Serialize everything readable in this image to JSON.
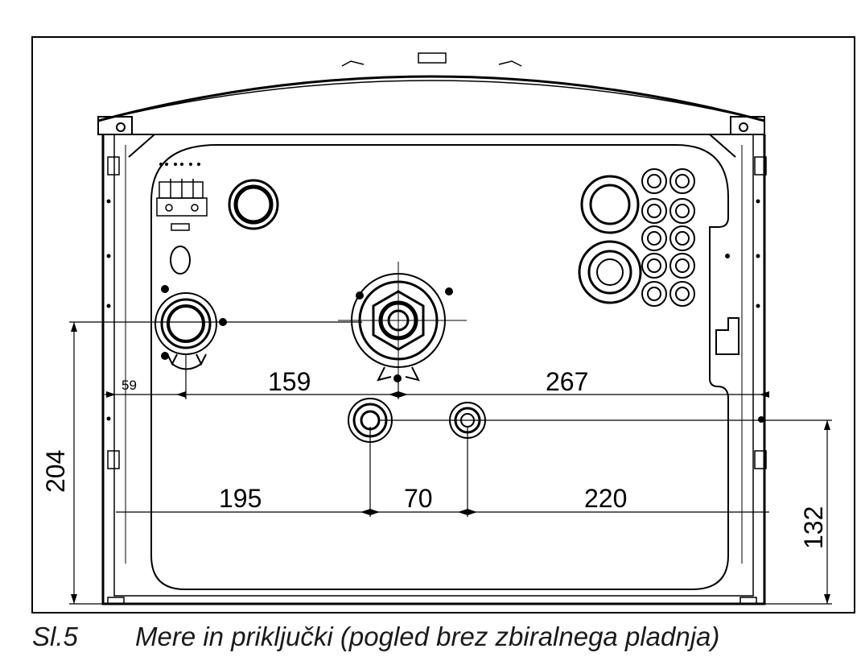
{
  "dimensions": {
    "offset_left": "59",
    "left_to_center": "159",
    "center_to_right": "267",
    "height_left": "204",
    "lower_left": "195",
    "lower_between": "70",
    "lower_right": "220",
    "height_right": "132"
  },
  "caption": {
    "label": "Sl.5",
    "title": "Mere in priključki (pogled brez zbiralnega pladnja)"
  }
}
